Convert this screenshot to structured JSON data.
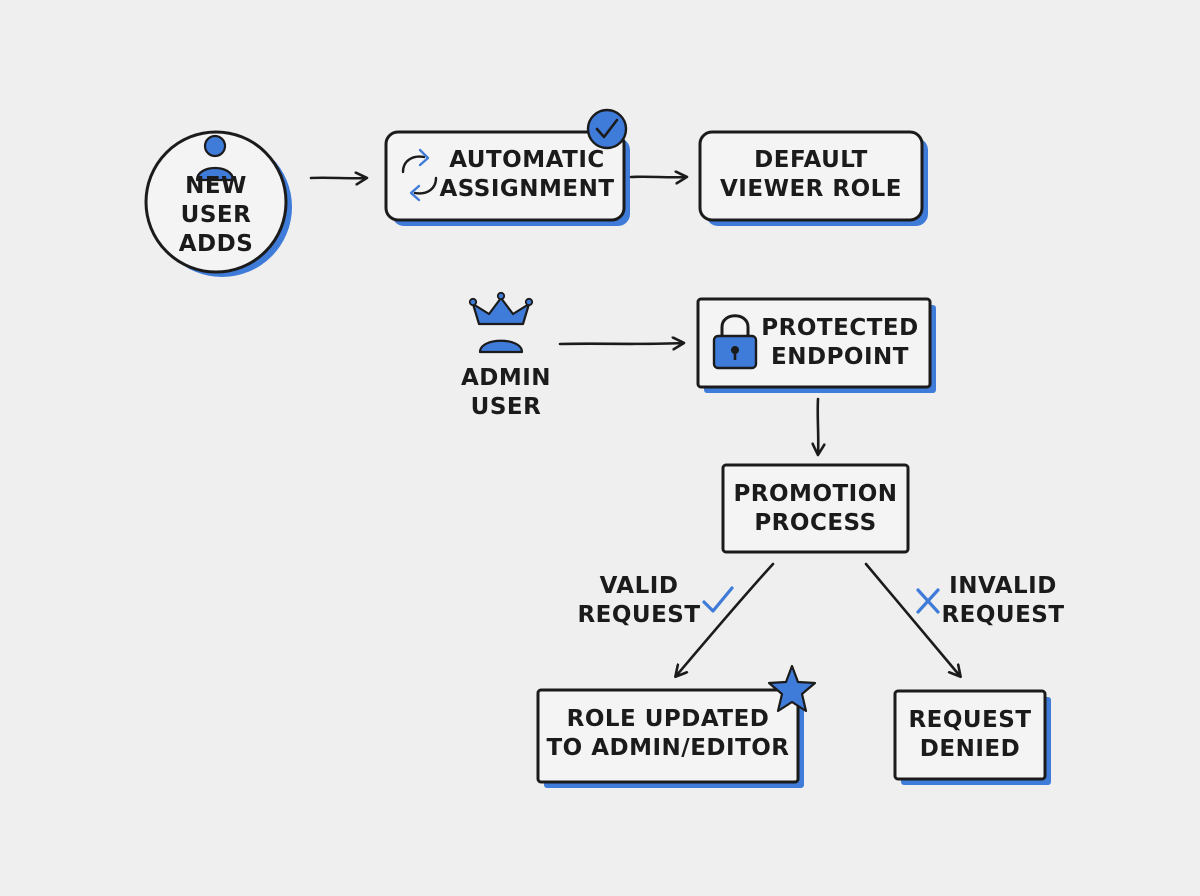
{
  "colors": {
    "accent": "#3f7bd9",
    "ink": "#1b1b1b",
    "background": "#efefef",
    "node_fill": "#f4f4f4"
  },
  "nodes": {
    "new_user": {
      "label": "NEW USER\nADDS",
      "icon": "user-icon"
    },
    "automatic_assignment": {
      "label": "AUTOMATIC\nASSIGNMENT",
      "icon": "refresh-arrows-icon",
      "badge": "check-badge-icon"
    },
    "default_viewer_role": {
      "label": "DEFAULT\nVIEWER ROLE"
    },
    "admin_user": {
      "label": "ADMIN\nUSER",
      "icon": "crown-icon"
    },
    "protected_endpoint": {
      "label": "PROTECTED\nENDPOINT",
      "icon": "lock-icon"
    },
    "promotion_process": {
      "label": "PROMOTION\nPROCESS"
    },
    "role_updated": {
      "label": "ROLE UPDATED\nTO ADMIN/EDITOR",
      "badge": "star-icon"
    },
    "request_denied": {
      "label": "REQUEST\nDENIED"
    }
  },
  "edges": {
    "valid_request": {
      "label": "VALID\nREQUEST",
      "icon": "check-icon"
    },
    "invalid_request": {
      "label": "INVALID\nREQUEST",
      "icon": "cross-icon"
    }
  }
}
